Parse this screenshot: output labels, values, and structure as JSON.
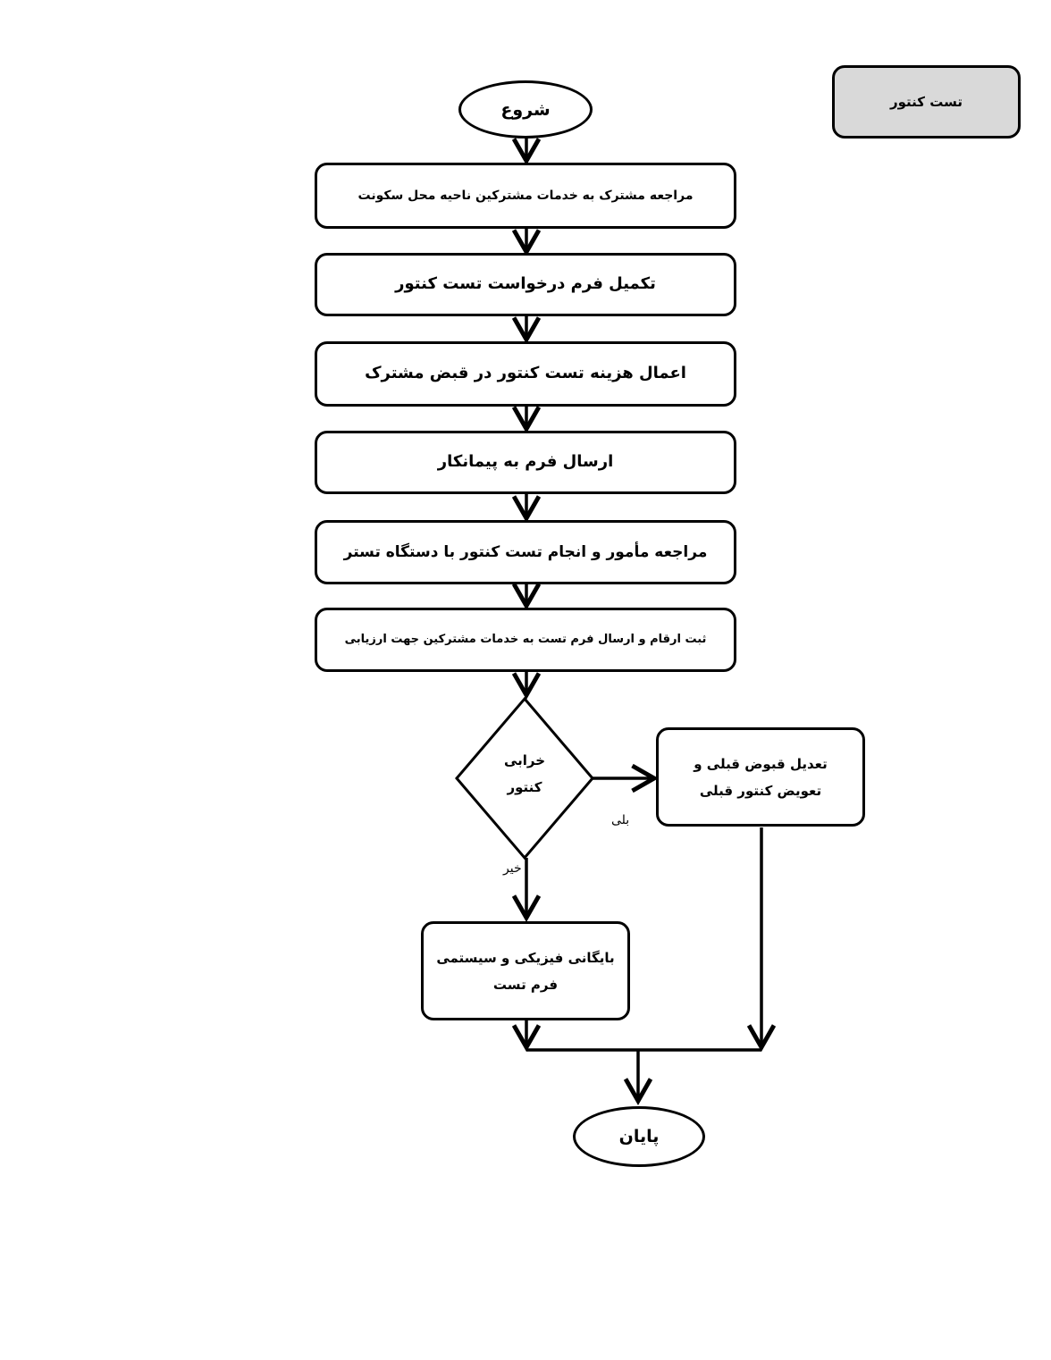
{
  "title": "تست کنتور",
  "start": "شروع",
  "end": "پایان",
  "steps": [
    "مراجعه مشترک به خدمات مشترکین ناحیه محل سکونت",
    "تکمیل فرم درخواست تست کنتور",
    "اعمال هزینه تست کنتور در قبض مشترک",
    "ارسال فرم به پیمانکار",
    "مراجعه مأمور و انجام تست کنتور با دستگاه تستر",
    "ثبت ارقام و ارسال فرم تست به خدمات مشترکین جهت ارزیابی"
  ],
  "decision": {
    "line1": "خرابی",
    "line2": "کنتور",
    "yes_label": "بلی",
    "no_label": "خیر"
  },
  "yes_branch": "تعدیل قبوض قبلی و تعویض کنتور قبلی",
  "no_branch": "بایگانی فیزیکی و سیستمی فرم تست"
}
